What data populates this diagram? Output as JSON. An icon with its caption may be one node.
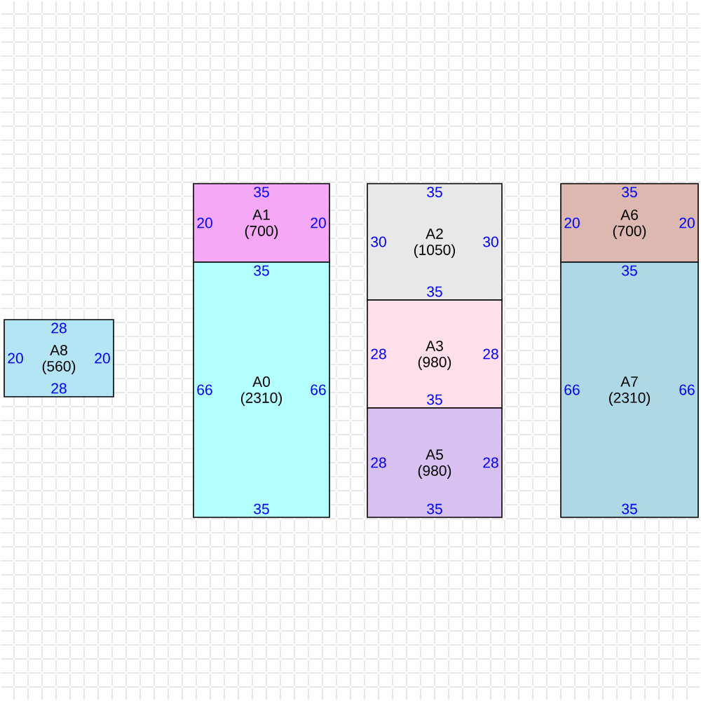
{
  "diagram": {
    "nodes": [
      {
        "text": [
          "28",
          "20",
          "A8 (560)",
          "20",
          "28"
        ]
      },
      {
        "text": [
          "35",
          "20",
          "A1 (700)",
          "20"
        ]
      },
      {
        "text": [
          "35",
          "66",
          "A0 (2310)",
          "66",
          "35"
        ]
      },
      {
        "text": [
          "35",
          "30",
          "A2 (1050)",
          "30",
          "35"
        ]
      },
      {
        "text": [
          "28",
          "A3 (980)",
          "28",
          "35"
        ]
      },
      {
        "text": [
          "28",
          "A5 (980)",
          "28",
          "35"
        ]
      },
      {
        "text": [
          "35",
          "20",
          "A6 (700)",
          "20"
        ]
      },
      {
        "text": [
          "35",
          "66",
          "A7 (2310)",
          "66",
          "35"
        ]
      }
    ]
  }
}
